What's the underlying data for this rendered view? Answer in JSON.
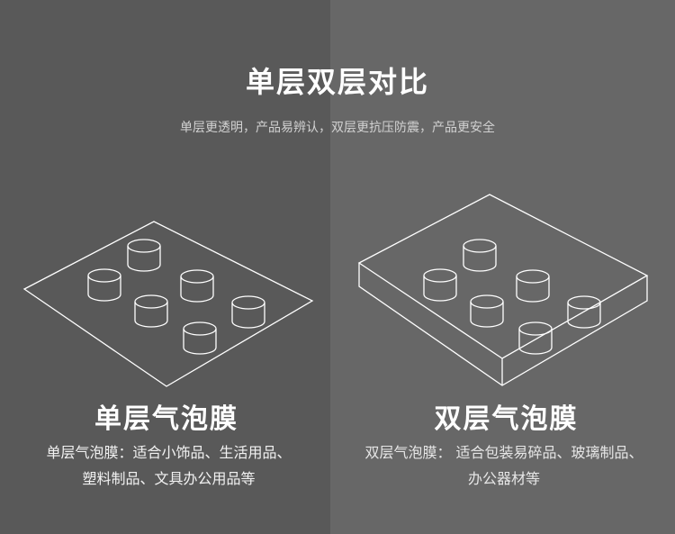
{
  "header": {
    "title": "单层双层对比",
    "subtitle": "单层更透明，产品易辨认，双层更抗压防震，产品更安全"
  },
  "left": {
    "name": "单层气泡膜",
    "desc_line1": "单层气泡膜：适合小饰品、生活用品、",
    "desc_line2": "塑料制品、文具办公用品等"
  },
  "right": {
    "name": "双层气泡膜",
    "desc_line1": "双层气泡膜： 适合包装易碎品、玻璃制品、",
    "desc_line2": "办公器材等"
  }
}
